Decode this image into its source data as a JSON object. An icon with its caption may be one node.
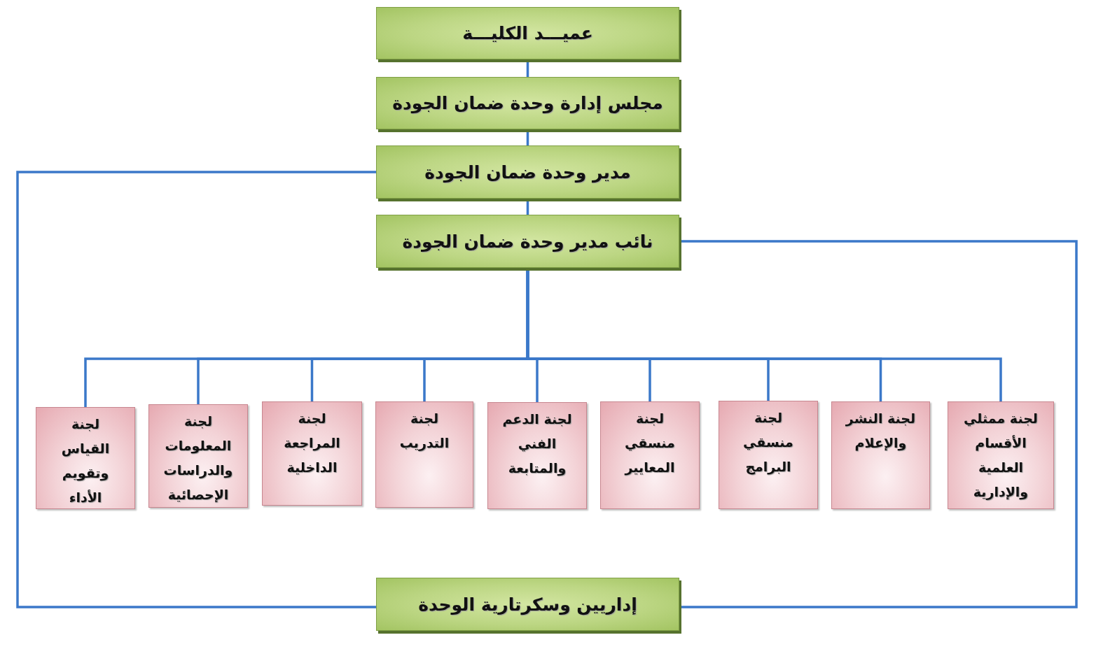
{
  "diagram": {
    "nodes": [
      {
        "text": [
          "عميـــد الكليـــة"
        ]
      },
      {
        "text": [
          "مجلس إدارة وحدة ضمان الجودة"
        ]
      },
      {
        "text": [
          "مدير وحدة ضمان الجودة"
        ]
      },
      {
        "text": [
          "نائب مدير وحدة ضمان الجودة"
        ]
      },
      {
        "text": [
          "لجنة ممثلي الأقسام العلمية والإدارية"
        ]
      },
      {
        "text": [
          "لجنة النشر والإعلام"
        ]
      },
      {
        "text": [
          "لجنة منسقي البرامج"
        ]
      },
      {
        "text": [
          "لجنة منسقي المعايير"
        ]
      },
      {
        "text": [
          "لجنة الدعم الفني والمتابعة"
        ]
      },
      {
        "text": [
          "لجنة التدريب"
        ]
      },
      {
        "text": [
          "لجنة المراجعة الداخلية"
        ]
      },
      {
        "text": [
          "لجنة المعلومات والدراسات الإحصائية"
        ]
      },
      {
        "text": [
          "لجنة القياس وتقويم الأداء"
        ]
      },
      {
        "text": [
          "إداريين وسكرتارية الوحدة"
        ]
      }
    ],
    "edges": [
      {
        "from": 0,
        "to": 1,
        "arrow": "none"
      },
      {
        "from": 1,
        "to": 2,
        "arrow": "none"
      },
      {
        "from": 2,
        "to": 3,
        "arrow": "none"
      },
      {
        "from": 3,
        "to": 4,
        "arrow": "none"
      },
      {
        "from": 3,
        "to": 5,
        "arrow": "none"
      },
      {
        "from": 3,
        "to": 6,
        "arrow": "none"
      },
      {
        "from": 3,
        "to": 7,
        "arrow": "none"
      },
      {
        "from": 3,
        "to": 8,
        "arrow": "none"
      },
      {
        "from": 3,
        "to": 9,
        "arrow": "none"
      },
      {
        "from": 3,
        "to": 10,
        "arrow": "none"
      },
      {
        "from": 3,
        "to": 11,
        "arrow": "none"
      },
      {
        "from": 3,
        "to": 12,
        "arrow": "none"
      },
      {
        "from": 2,
        "to": 13,
        "arrow": "none"
      },
      {
        "from": 3,
        "to": 13,
        "arrow": "none"
      }
    ]
  }
}
